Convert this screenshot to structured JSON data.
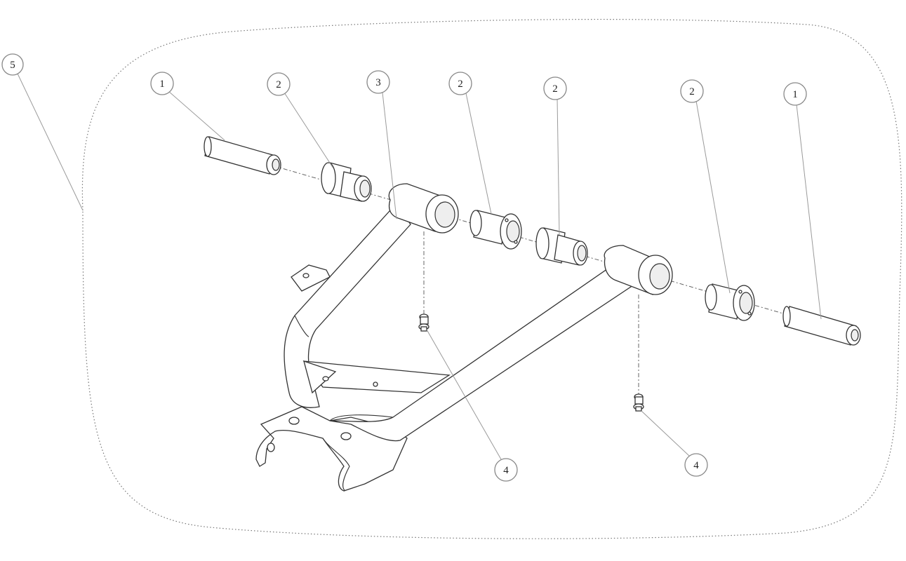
{
  "callouts": [
    {
      "id": "c5",
      "label": "5"
    },
    {
      "id": "c1a",
      "label": "1"
    },
    {
      "id": "c2a",
      "label": "2"
    },
    {
      "id": "c3",
      "label": "3"
    },
    {
      "id": "c2b",
      "label": "2"
    },
    {
      "id": "c2c",
      "label": "2"
    },
    {
      "id": "c2d",
      "label": "2"
    },
    {
      "id": "c1b",
      "label": "1"
    },
    {
      "id": "c4a",
      "label": "4"
    },
    {
      "id": "c4b",
      "label": "4"
    }
  ],
  "colors": {
    "line": "#333333",
    "leader": "#9a9a9a",
    "boundary": "#777777"
  }
}
